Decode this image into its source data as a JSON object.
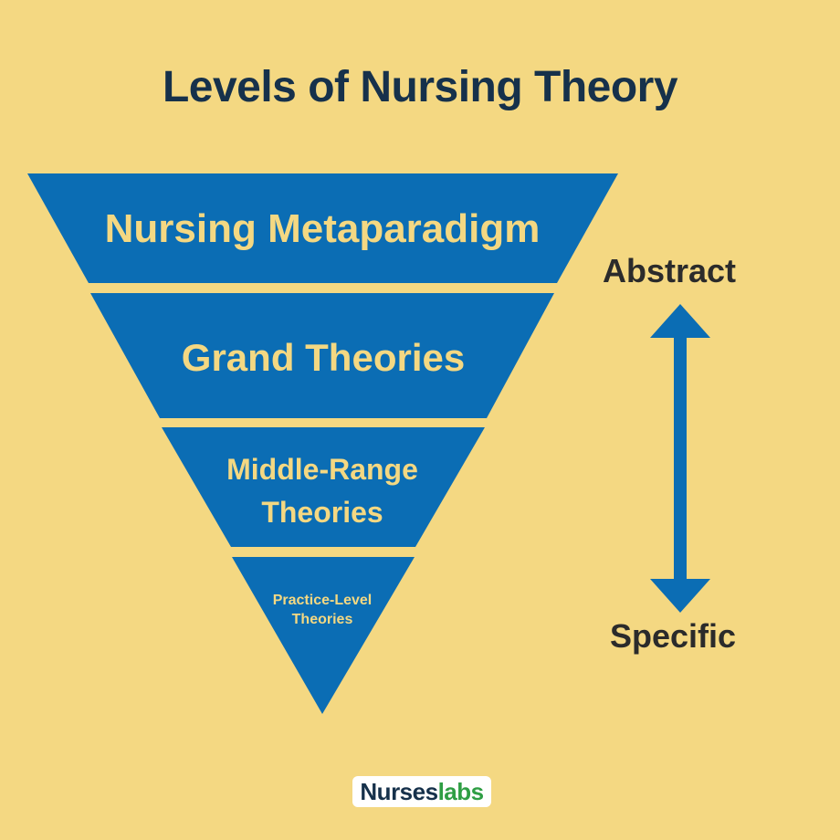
{
  "title": "Levels of Nursing Theory",
  "levels": [
    {
      "lines": [
        "Nursing Metaparadigm"
      ]
    },
    {
      "lines": [
        "Grand Theories"
      ]
    },
    {
      "lines": [
        "Middle-Range",
        "Theories"
      ]
    },
    {
      "lines": [
        "Practice-Level",
        "Theories"
      ]
    }
  ],
  "scale": {
    "top_label": "Abstract",
    "bottom_label": "Specific"
  },
  "logo": {
    "part1": "Nurses",
    "part2": "labs"
  },
  "colors": {
    "background": "#f4d882",
    "pyramid_fill": "#0b6db4",
    "level_text": "#f4d882",
    "title": "#16314b",
    "arrow": "#0b6db4"
  }
}
